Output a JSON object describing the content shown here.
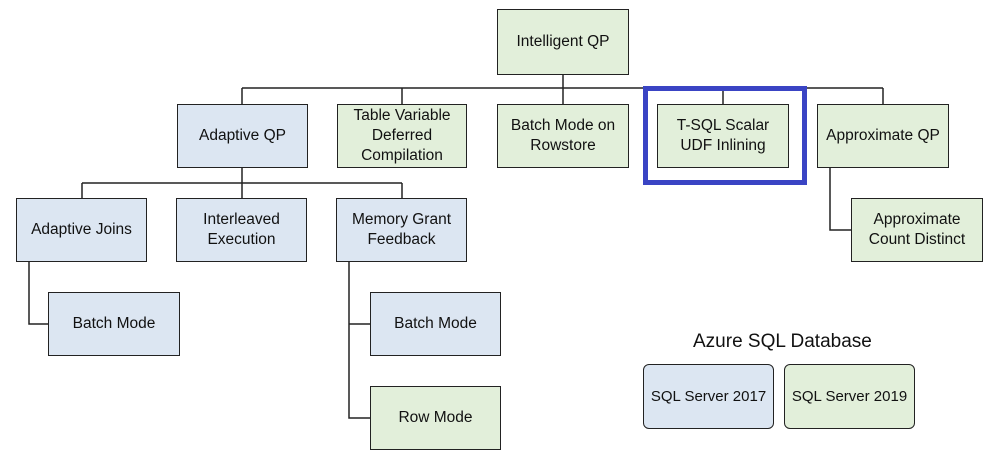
{
  "nodes": {
    "intelligent_qp": "Intelligent QP",
    "adaptive_qp": "Adaptive QP",
    "table_variable": "Table Variable Deferred Compilation",
    "batch_mode_rowstore": "Batch Mode on Rowstore",
    "tsql_udf": "T-SQL Scalar UDF Inlining",
    "approximate_qp": "Approximate QP",
    "adaptive_joins": "Adaptive Joins",
    "interleaved_execution": "Interleaved Execution",
    "memory_grant_feedback": "Memory Grant Feedback",
    "approx_count_distinct": "Approximate Count Distinct",
    "aj_batch_mode": "Batch Mode",
    "mgf_batch_mode": "Batch Mode",
    "mgf_row_mode": "Row Mode"
  },
  "legend": {
    "title": "Azure SQL Database",
    "sql2017": "SQL Server 2017",
    "sql2019": "SQL Server 2019"
  },
  "colors": {
    "sql2017_fill": "#dce6f2",
    "sql2019_fill": "#e2efda",
    "highlight": "#3a44c4"
  }
}
